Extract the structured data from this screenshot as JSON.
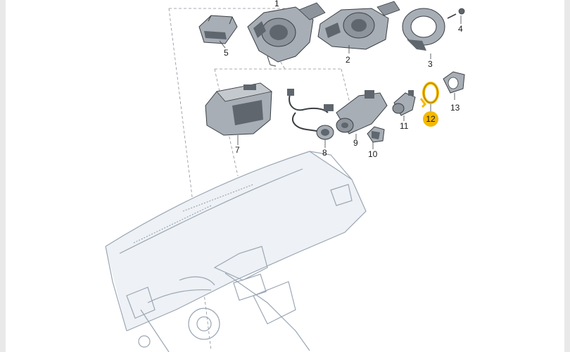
{
  "diagram": {
    "parts": [
      {
        "number": "1"
      },
      {
        "number": "2"
      },
      {
        "number": "3"
      },
      {
        "number": "4"
      },
      {
        "number": "5"
      },
      {
        "number": "7"
      },
      {
        "number": "8"
      },
      {
        "number": "9"
      },
      {
        "number": "10"
      },
      {
        "number": "11"
      },
      {
        "number": "12",
        "highlighted": true
      },
      {
        "number": "13"
      }
    ],
    "colors": {
      "part_fill": "#a8aeb5",
      "part_dark": "#5f666d",
      "outline": "#3a3f44",
      "dashboard_line": "#9aa6b4",
      "highlight": "#f5b800"
    }
  }
}
